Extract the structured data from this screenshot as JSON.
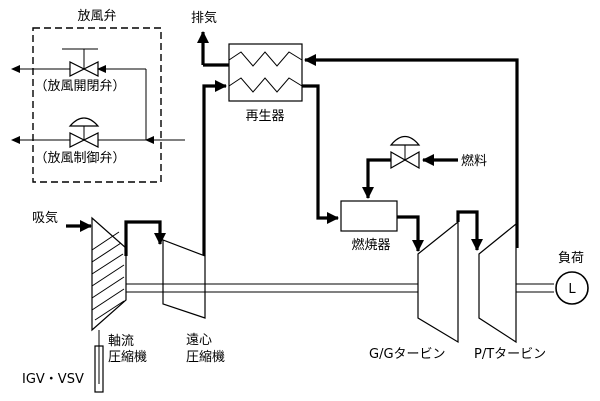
{
  "labels": {
    "vent_valve_group": "放風弁",
    "vent_open_close_valve": "（放風開閉弁）",
    "vent_control_valve": "（放風制御弁）",
    "exhaust": "排気",
    "regenerator": "再生器",
    "fuel": "燃料",
    "combustor": "燃焼器",
    "intake": "吸気",
    "axial_compressor_line1": "軸流",
    "axial_compressor_line2": "圧縮機",
    "centrifugal_compressor_line1": "遠心",
    "centrifugal_compressor_line2": "圧縮機",
    "gg_turbine": "G/Gタービン",
    "pt_turbine": "P/Tタービン",
    "load": "負荷",
    "load_symbol": "L",
    "igv_vsv": "IGV・VSV"
  }
}
